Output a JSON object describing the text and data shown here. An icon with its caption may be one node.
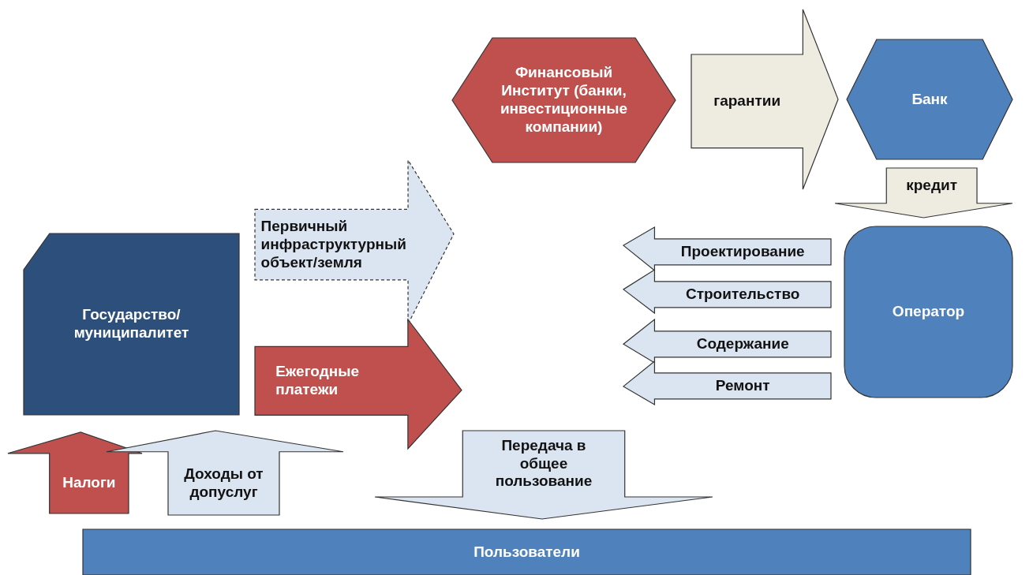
{
  "diagram": {
    "nodes": [
      {
        "text": [
          "Финансовый Институт (банки, инвестиционные компании)"
        ]
      },
      {
        "text": [
          "гарантии"
        ]
      },
      {
        "text": [
          "Банк"
        ]
      },
      {
        "text": [
          "кредит"
        ]
      },
      {
        "text": [
          "Первичный инфраструктурный объект/земля"
        ]
      },
      {
        "text": [
          "Проектирование"
        ]
      },
      {
        "text": [
          "Строительство"
        ]
      },
      {
        "text": [
          "Содержание"
        ]
      },
      {
        "text": [
          "Ремонт"
        ]
      },
      {
        "text": [
          "Оператор"
        ]
      },
      {
        "text": [
          "Государство/ муниципалитет"
        ]
      },
      {
        "text": [
          "Ежегодные платежи"
        ]
      },
      {
        "text": [
          "Налоги"
        ]
      },
      {
        "text": [
          "Доходы от допуслуг"
        ]
      },
      {
        "text": [
          "Передача в общее пользование"
        ]
      },
      {
        "text": [
          "Пользователи"
        ]
      }
    ],
    "edges": [
      {
        "from": 0,
        "to": 2,
        "arrow": "to"
      },
      {
        "from": 2,
        "to": 9,
        "arrow": "to"
      },
      {
        "from": 10,
        "to": null,
        "arrow": "to",
        "style": "dashed"
      },
      {
        "from": 9,
        "to": null,
        "arrow": "to"
      },
      {
        "from": 9,
        "to": null,
        "arrow": "to"
      },
      {
        "from": 9,
        "to": null,
        "arrow": "to"
      },
      {
        "from": 9,
        "to": null,
        "arrow": "to"
      },
      {
        "from": 10,
        "to": null,
        "arrow": "to"
      },
      {
        "from": null,
        "to": 10,
        "arrow": "to"
      },
      {
        "from": null,
        "to": 10,
        "arrow": "to"
      },
      {
        "from": null,
        "to": 15,
        "arrow": "to"
      }
    ]
  }
}
